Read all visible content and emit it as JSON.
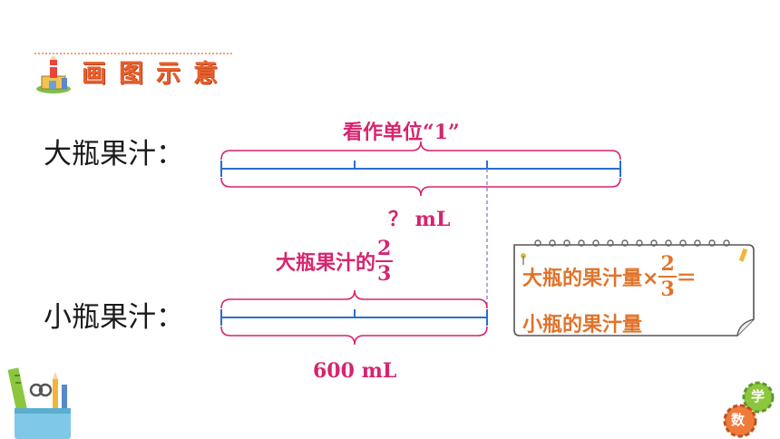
{
  "section": {
    "title": "画图示意",
    "icon": "pencil-house-icon"
  },
  "big_bottle": {
    "label": "大瓶果汁：",
    "unit_label": "看作单位“1”",
    "unknown_label": "？ mL"
  },
  "small_bottle": {
    "label": "小瓶果汁：",
    "relation_prefix": "大瓶果汁的",
    "fraction": {
      "numerator": "2",
      "denominator": "3"
    },
    "amount_label": "600 mL"
  },
  "note": {
    "line1_prefix": "大瓶的果汁量×",
    "fraction": {
      "numerator": "2",
      "denominator": "3"
    },
    "line1_suffix": "＝",
    "line2": "小瓶的果汁量"
  },
  "decor": {
    "left": "stationery-holder-icon",
    "right": "gears-icon",
    "gear_chars": [
      "学",
      "数"
    ]
  },
  "colors": {
    "accent_pink": "#d6246e",
    "line_blue": "#2a6fd0",
    "title_orange": "#e8602c",
    "note_orange": "#e0732a"
  }
}
